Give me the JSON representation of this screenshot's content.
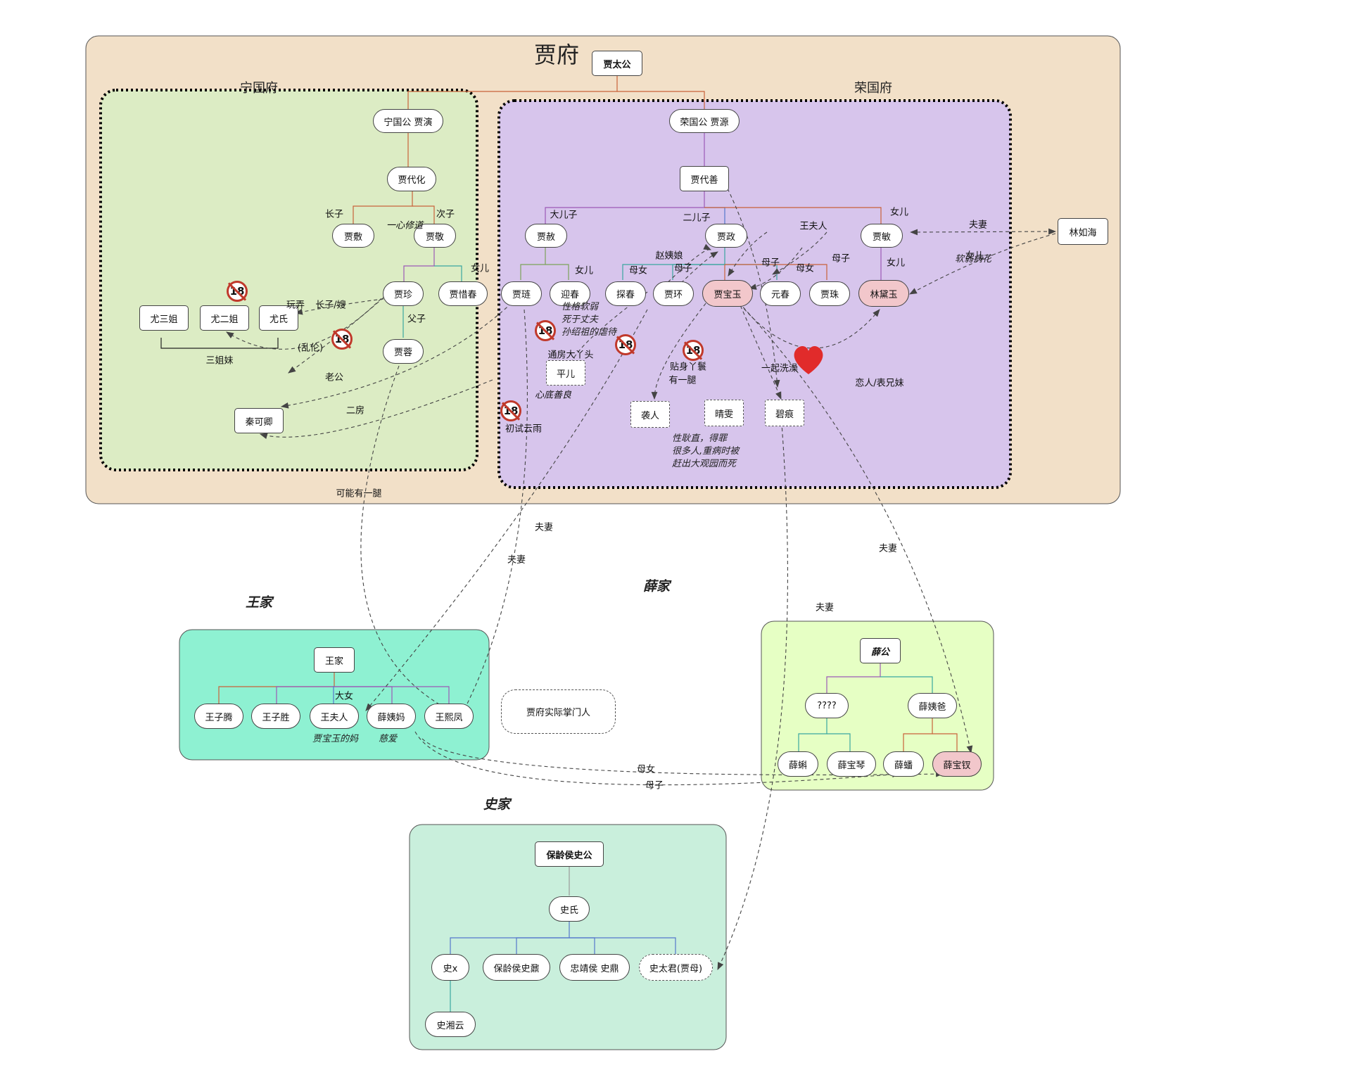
{
  "groups": {
    "jiafu": {
      "title": "贾府",
      "fill": "#f2e0c8"
    },
    "ningguo": {
      "title": "宁国府",
      "fill": "#dcecc4"
    },
    "rongguo": {
      "title": "荣国府",
      "fill": "#d7c5ec"
    },
    "wang": {
      "title": "王家",
      "fill": "#8ef1d2"
    },
    "xue": {
      "title": "薛家",
      "fill": "#e6ffc4"
    },
    "shi": {
      "title": "史家",
      "fill": "#c9efdc"
    }
  },
  "nodes": {
    "jiataigong": "贾太公",
    "ningguogong": "宁国公 贾演",
    "rongguogong": "荣国公 贾源",
    "jiadaihua": "贾代化",
    "jiadaishan": "贾代善",
    "jiafu_": "贾敷",
    "jiajing": "贾敬",
    "jiashe": "贾赦",
    "jiazheng": "贾政",
    "jiamin": "贾敏",
    "linruhai": "林如海",
    "jiazhen": "贾珍",
    "jiaxichun": "贾惜春",
    "jiarong": "贾蓉",
    "qinkeqing": "秦可卿",
    "yousanjie": "尤三姐",
    "youerjie": "尤二姐",
    "youshi": "尤氏",
    "jialian": "贾琏",
    "yingchun": "迎春",
    "tanchun": "探春",
    "jiahuan": "贾环",
    "baoyu": "贾宝玉",
    "yuanchun": "元春",
    "jiazhu": "贾珠",
    "daiyu": "林黛玉",
    "pinger": "平儿",
    "xiren": "袭人",
    "qingwen": "晴雯",
    "bihen": "碧痕",
    "wangjia": "王家",
    "wangziteng": "王子腾",
    "wangzisheng": "王子胜",
    "wangfuren": "王夫人",
    "xueyima": "薛姨妈",
    "wangxifeng": "王熙凤",
    "zhangmenren": "贾府实际掌门人",
    "xuegong": "薛公",
    "unknown": "????",
    "xueyiba": "薛姨爸",
    "xueke": "薛蝌",
    "xuebaoqin": "薛宝琴",
    "xuepan": "薛蟠",
    "baochai": "薛宝钗",
    "baolinghou": "保龄侯史公",
    "shishi": "史氏",
    "shix": "史x",
    "shinai": "保龄侯史鼐",
    "shiding": "忠靖侯 史鼎",
    "shitaijun": "史太君(贾母)",
    "xiangyun": "史湘云"
  },
  "labels": {
    "zhangzi": "长子",
    "cizi": "次子",
    "yixinxiudao": "一心修道",
    "nuer_xichun": "女儿",
    "fuzi": "父子",
    "wannong": "玩弄",
    "zhangzisao": "长子/嫂",
    "luanlun": "(乱伦)",
    "laogong": "老公",
    "erfang": "二房",
    "sanjiemei": "三姐妹",
    "dapaoerzi": "大儿子",
    "erzi": "二儿子",
    "nuer_jiamin": "女儿",
    "fuqi_lin": "夫妻",
    "nuer_ying": "女儿",
    "zhaoyiniang": "赵姨娘",
    "munu1": "母女",
    "muzi1": "母子",
    "wangfuren_lbl": "王夫人",
    "muzi2": "母子",
    "munu2": "母女",
    "muzi3": "母子",
    "nuer_dai": "女儿",
    "nuer_dai2": "女儿",
    "tieshen": "贴身丫鬟",
    "youyitui": "有一腿",
    "yiqixizao": "一起洗澡",
    "lianren": "恋人/表兄妹",
    "tongfang": "通房大丫头",
    "xindishanliang": "心底善良",
    "chushiyunyu": "初试云雨",
    "kenengyouyitui": "可能有一腿",
    "fuqi_a": "夫妻",
    "fuqi_b": "夫妻",
    "fuqi_c": "夫妻",
    "fuqi_d": "夫妻",
    "danv": "大女",
    "munu3": "母女",
    "muzi4": "母子"
  },
  "notes": {
    "yingchun_note": [
      "性格软弱",
      "死于丈夫",
      "孙绍祖的虐待"
    ],
    "qingwen_note": [
      "性耿直，得罪",
      "很多人,重病时被",
      "赶出大观园而死"
    ],
    "daiyu_note": "软弱病花",
    "wangfuren_note": "贾宝玉的妈",
    "xueyima_note": "慈爱"
  },
  "badge_text": "18",
  "colors": {
    "heart": "#e12b2b",
    "badge": "#c0392b"
  }
}
